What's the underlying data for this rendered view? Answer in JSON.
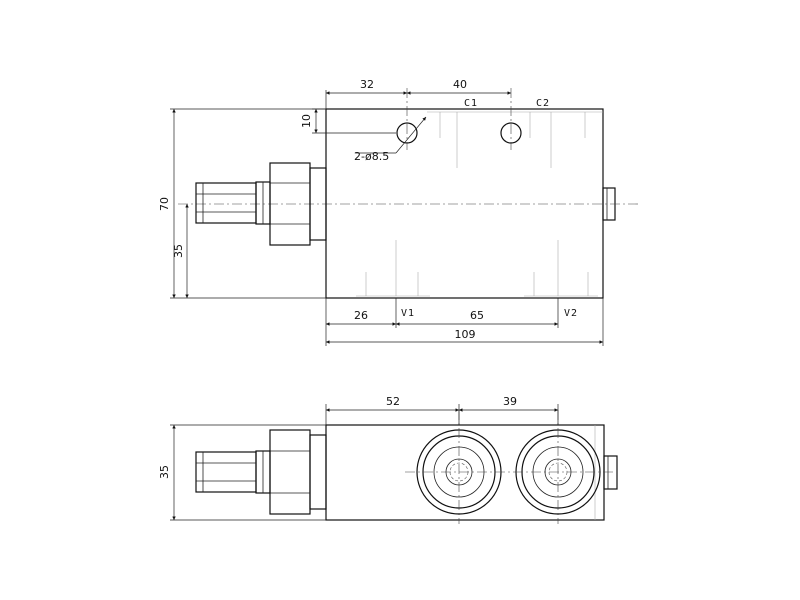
{
  "top_view": {
    "dims": {
      "d32": "32",
      "d40": "40",
      "d10": "10",
      "d70": "70",
      "d35": "35",
      "d26": "26",
      "d65": "65",
      "d109": "109"
    },
    "hole_note": "2-ø8.5",
    "ports": {
      "c1": "C1",
      "c2": "C2",
      "v1": "V1",
      "v2": "V2"
    }
  },
  "side_view": {
    "dims": {
      "d52": "52",
      "d39": "39",
      "d35": "35"
    }
  },
  "colors": {
    "line": "#111111",
    "background": "#ffffff"
  }
}
